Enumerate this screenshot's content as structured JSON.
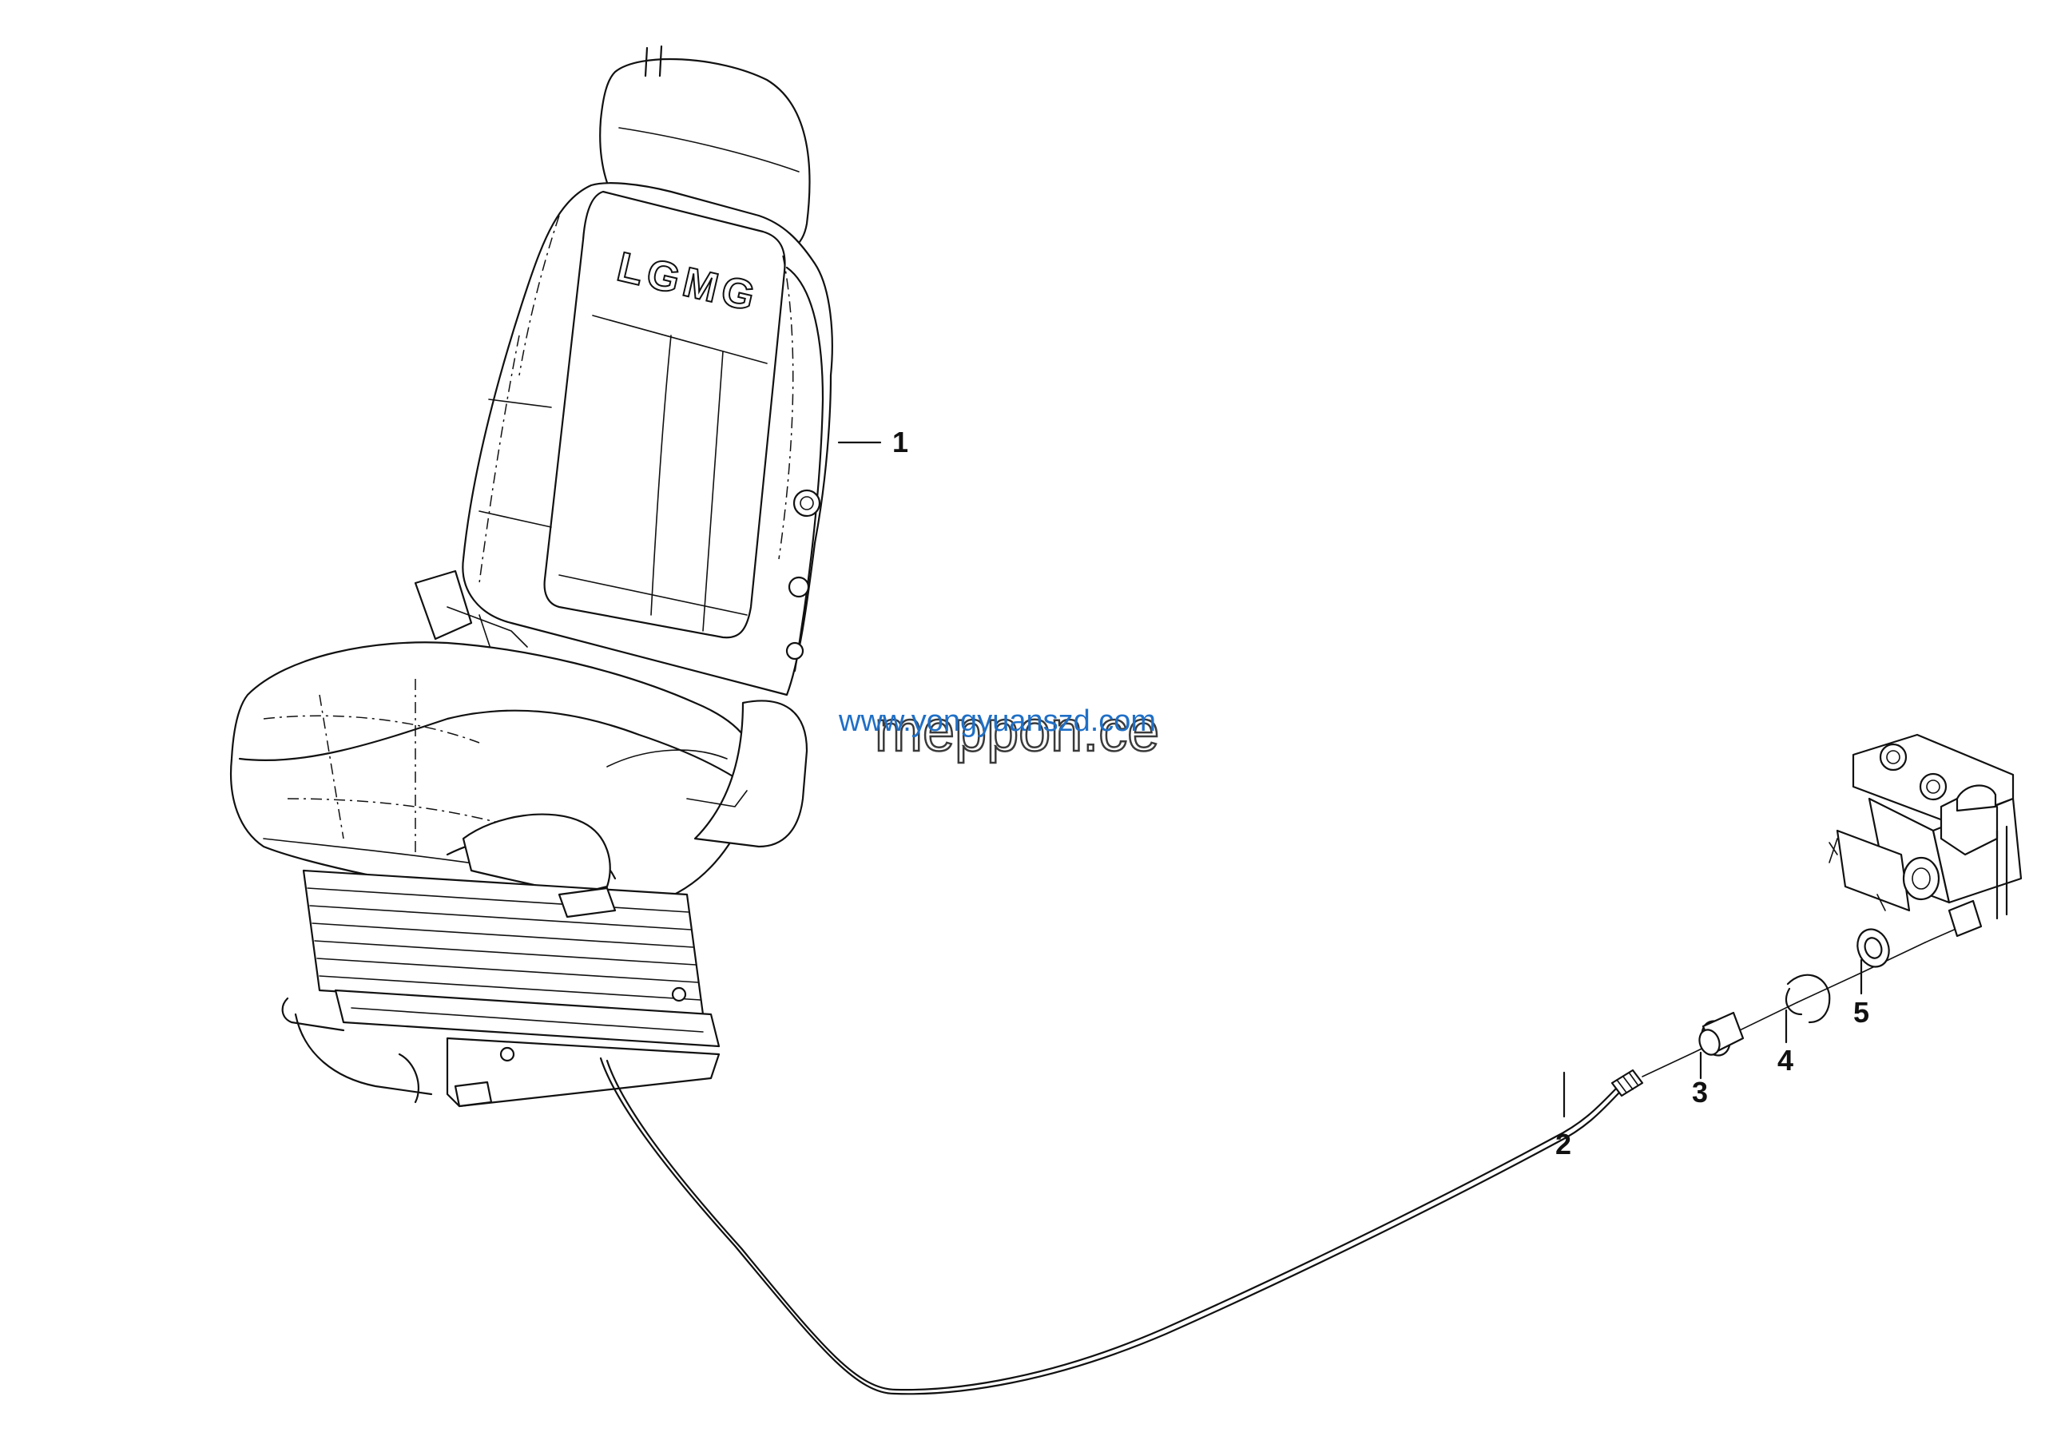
{
  "callouts": {
    "c1": "1",
    "c2": "2",
    "c3": "3",
    "c4": "4",
    "c5": "5"
  },
  "seat_logo": "LGMG",
  "watermarks": {
    "gray": "meppon.ce",
    "blue": "www.yongyuanszd.com"
  },
  "colors": {
    "line": "#111111",
    "background": "#ffffff",
    "watermark_blue": "#1f6fc6"
  }
}
